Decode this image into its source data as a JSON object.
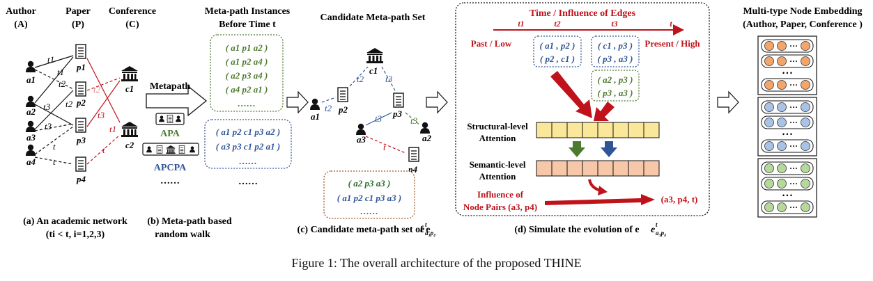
{
  "caption": "Figure 1: The overall architecture of the proposed THINE",
  "panel_a": {
    "header_author": "Author",
    "header_author_abbr": "(A)",
    "header_paper": "Paper",
    "header_paper_abbr": "(P)",
    "header_conf": "Conference",
    "header_conf_abbr": "(C)",
    "authors": [
      "a1",
      "a2",
      "a3",
      "a4"
    ],
    "papers": [
      "p1",
      "p2",
      "p3",
      "p4"
    ],
    "confs": [
      "c1",
      "c2"
    ],
    "edge_labels": [
      "t1",
      "t1",
      "t2",
      "t2",
      "t3",
      "t3",
      "t",
      "t",
      "t2",
      "t3",
      "t1",
      "t"
    ],
    "caption_line1": "(a) An academic network",
    "caption_line2": "(ti < t, i=1,2,3)"
  },
  "panel_b": {
    "title_line1": "Meta-path Instances",
    "title_line2": "Before Time t",
    "arrow_label": "Metapath",
    "metapath1": "APA",
    "metapath2": "APCPA",
    "dots_left": "……",
    "dots_right": "……",
    "green_instances": [
      "( a1 p1 a2 )",
      "( a1 p2 a4 )",
      "( a2 p3 a4 )",
      "( a4 p2 a1 )",
      "……"
    ],
    "blue_instances": [
      "( a1 p2 c1 p3 a2 )",
      "( a3 p3 c1 p2 a1 )",
      "……"
    ],
    "caption_line1": "(b) Meta-path based",
    "caption_line2": "random walk"
  },
  "panel_c": {
    "title": "Candidate Meta-path Set",
    "nodes": [
      "c1",
      "a1",
      "p2",
      "p3",
      "a3",
      "a2",
      "p4"
    ],
    "edge_labels": [
      "t2",
      "t3",
      "t2",
      "t3",
      "t3",
      "t"
    ],
    "orange_instances": [
      "( a2 p3 a3 )",
      "( a1 p2 c1 p3 a3 )",
      "……"
    ],
    "caption": "(c) Candidate meta-path set of e"
  },
  "panel_d": {
    "time_title": "Time / Influence of Edges",
    "ticks": [
      "t1",
      "t2",
      "t3",
      "t"
    ],
    "past_label": "Past / Low",
    "present_label": "Present / High",
    "blue_box": [
      "( a1 , p2 )",
      "( p2 , c1 )"
    ],
    "blue_box2": [
      "( c1 , p3 )",
      "( p3 , a3 )"
    ],
    "green_box": [
      "( a2 , p3 )",
      "( p3 , a3 )"
    ],
    "structural_line1": "Structural-level",
    "structural_line2": "Attention",
    "semantic_line1": "Semantic-level",
    "semantic_line2": "Attention",
    "influence_line1": "Influence of",
    "influence_line2": "Node Pairs (a3, p4)",
    "output": "(a3, p4, t)",
    "caption": "(d) Simulate the evolution of e"
  },
  "panel_e": {
    "title_line1": "Multi-type Node Embedding",
    "title_line2": "(Author, Paper, Conference )",
    "row_dots": "···",
    "group_dots": "• • •"
  },
  "colors": {
    "red": "#c0121a",
    "blue": "#2f5597",
    "green": "#4e7a2e",
    "orange_brown": "#9c5a2a",
    "yellow_cell": "#fbe79a",
    "salmon_cell": "#f6c7a8",
    "node_orange": "#f4a56a",
    "node_blue": "#a9c3e8",
    "node_green": "#b6d99a"
  }
}
